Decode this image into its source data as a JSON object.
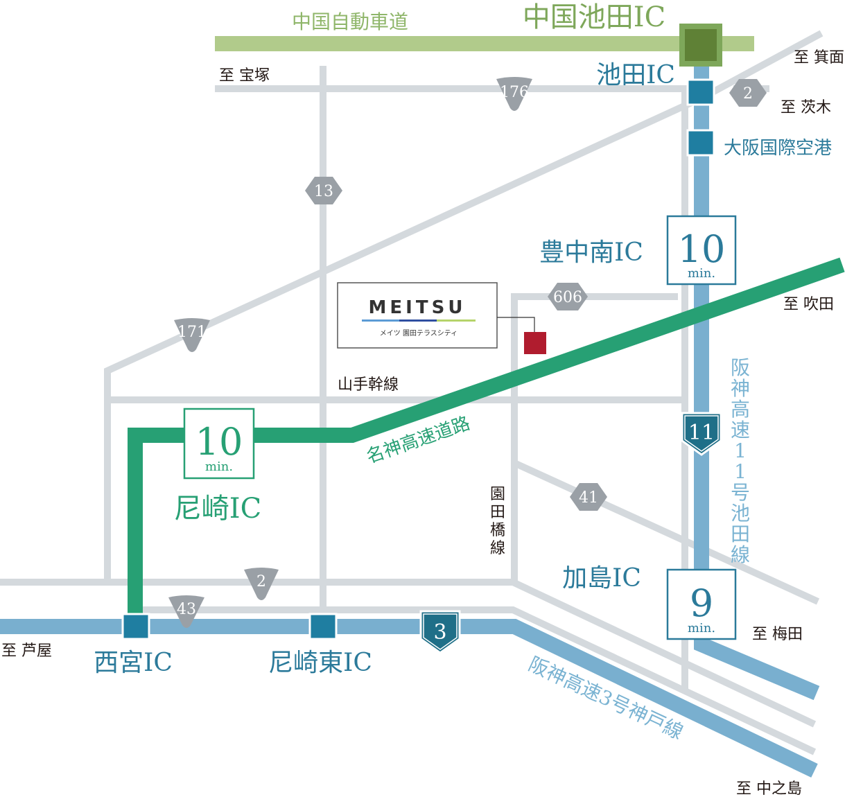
{
  "expressways": {
    "chugoku": "中国自動車道",
    "meishin": "名神高速道路",
    "hanshin11": "阪神高速11号池田線",
    "hanshin3": "阪神高速3号神戸線"
  },
  "interchanges": {
    "chugoku_ikeda": "中国池田IC",
    "ikeda": "池田IC",
    "osaka_airport": "大阪国際空港",
    "toyonaka_minami": "豊中南IC",
    "amagasaki": "尼崎IC",
    "kashima": "加島IC",
    "nishinomiya": "西宮IC",
    "amagasaki_higashi": "尼崎東IC"
  },
  "destinations": {
    "takarazuka": "至 宝塚",
    "mino": "至 箕面",
    "ibaraki": "至 茨木",
    "suita": "至 吹田",
    "umeda": "至 梅田",
    "ashiya": "至 芦屋",
    "nakanoshima": "至 中之島"
  },
  "streets": {
    "yamate": "山手幹線",
    "sonodabashi": "園田橋線"
  },
  "route_numbers": {
    "r176": "176",
    "r2_top": "2",
    "r13": "13",
    "r171": "171",
    "r606": "606",
    "r41": "41",
    "r2_bottom": "2",
    "r43": "43",
    "r11": "11",
    "r3": "3"
  },
  "drive_times": {
    "toyonaka_minami": {
      "value": "10",
      "unit": "min."
    },
    "amagasaki": {
      "value": "10",
      "unit": "min."
    },
    "kashima": {
      "value": "9",
      "unit": "min."
    }
  },
  "property": {
    "logo": "MEITSU",
    "name": "メイツ 園田テラスシティ"
  },
  "colors": {
    "road_gray": "#d4d9dd",
    "hanshin_blue": "#79afcf",
    "ic_blue": "#2b7a9a",
    "meishin_green": "#27a074",
    "chugoku_green": "#b1cb8b",
    "chugoku_ic": "#6a8c3e",
    "property_marker": "#b01c2e"
  }
}
